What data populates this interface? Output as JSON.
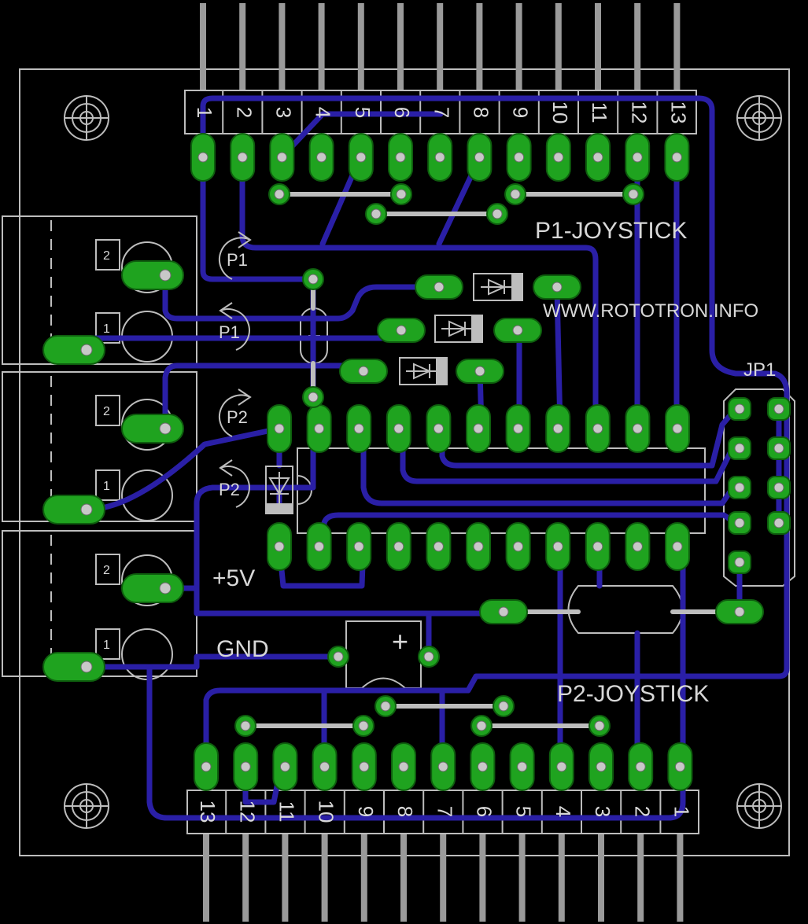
{
  "board": {
    "top_header_pins": [
      "1",
      "2",
      "3",
      "4",
      "5",
      "6",
      "7",
      "8",
      "9",
      "10",
      "11",
      "12",
      "13"
    ],
    "bottom_header_pins": [
      "13",
      "12",
      "11",
      "10",
      "9",
      "8",
      "7",
      "6",
      "5",
      "4",
      "3",
      "2",
      "1"
    ],
    "terminal_pins": [
      "2",
      "1"
    ],
    "labels": {
      "p1_joystick": "P1-JOYSTICK",
      "p2_joystick": "P2-JOYSTICK",
      "website": "WWW.ROTOTRON.INFO",
      "jp1": "JP1",
      "plus5v": "+5V",
      "gnd": "GND",
      "p1": "P1",
      "p2": "P2",
      "cap_plus": "+"
    }
  },
  "colors": {
    "background": "#000000",
    "trace": "#2a1fa6",
    "pad": "#1fa31f",
    "silkscreen": "#bdbdbd"
  }
}
